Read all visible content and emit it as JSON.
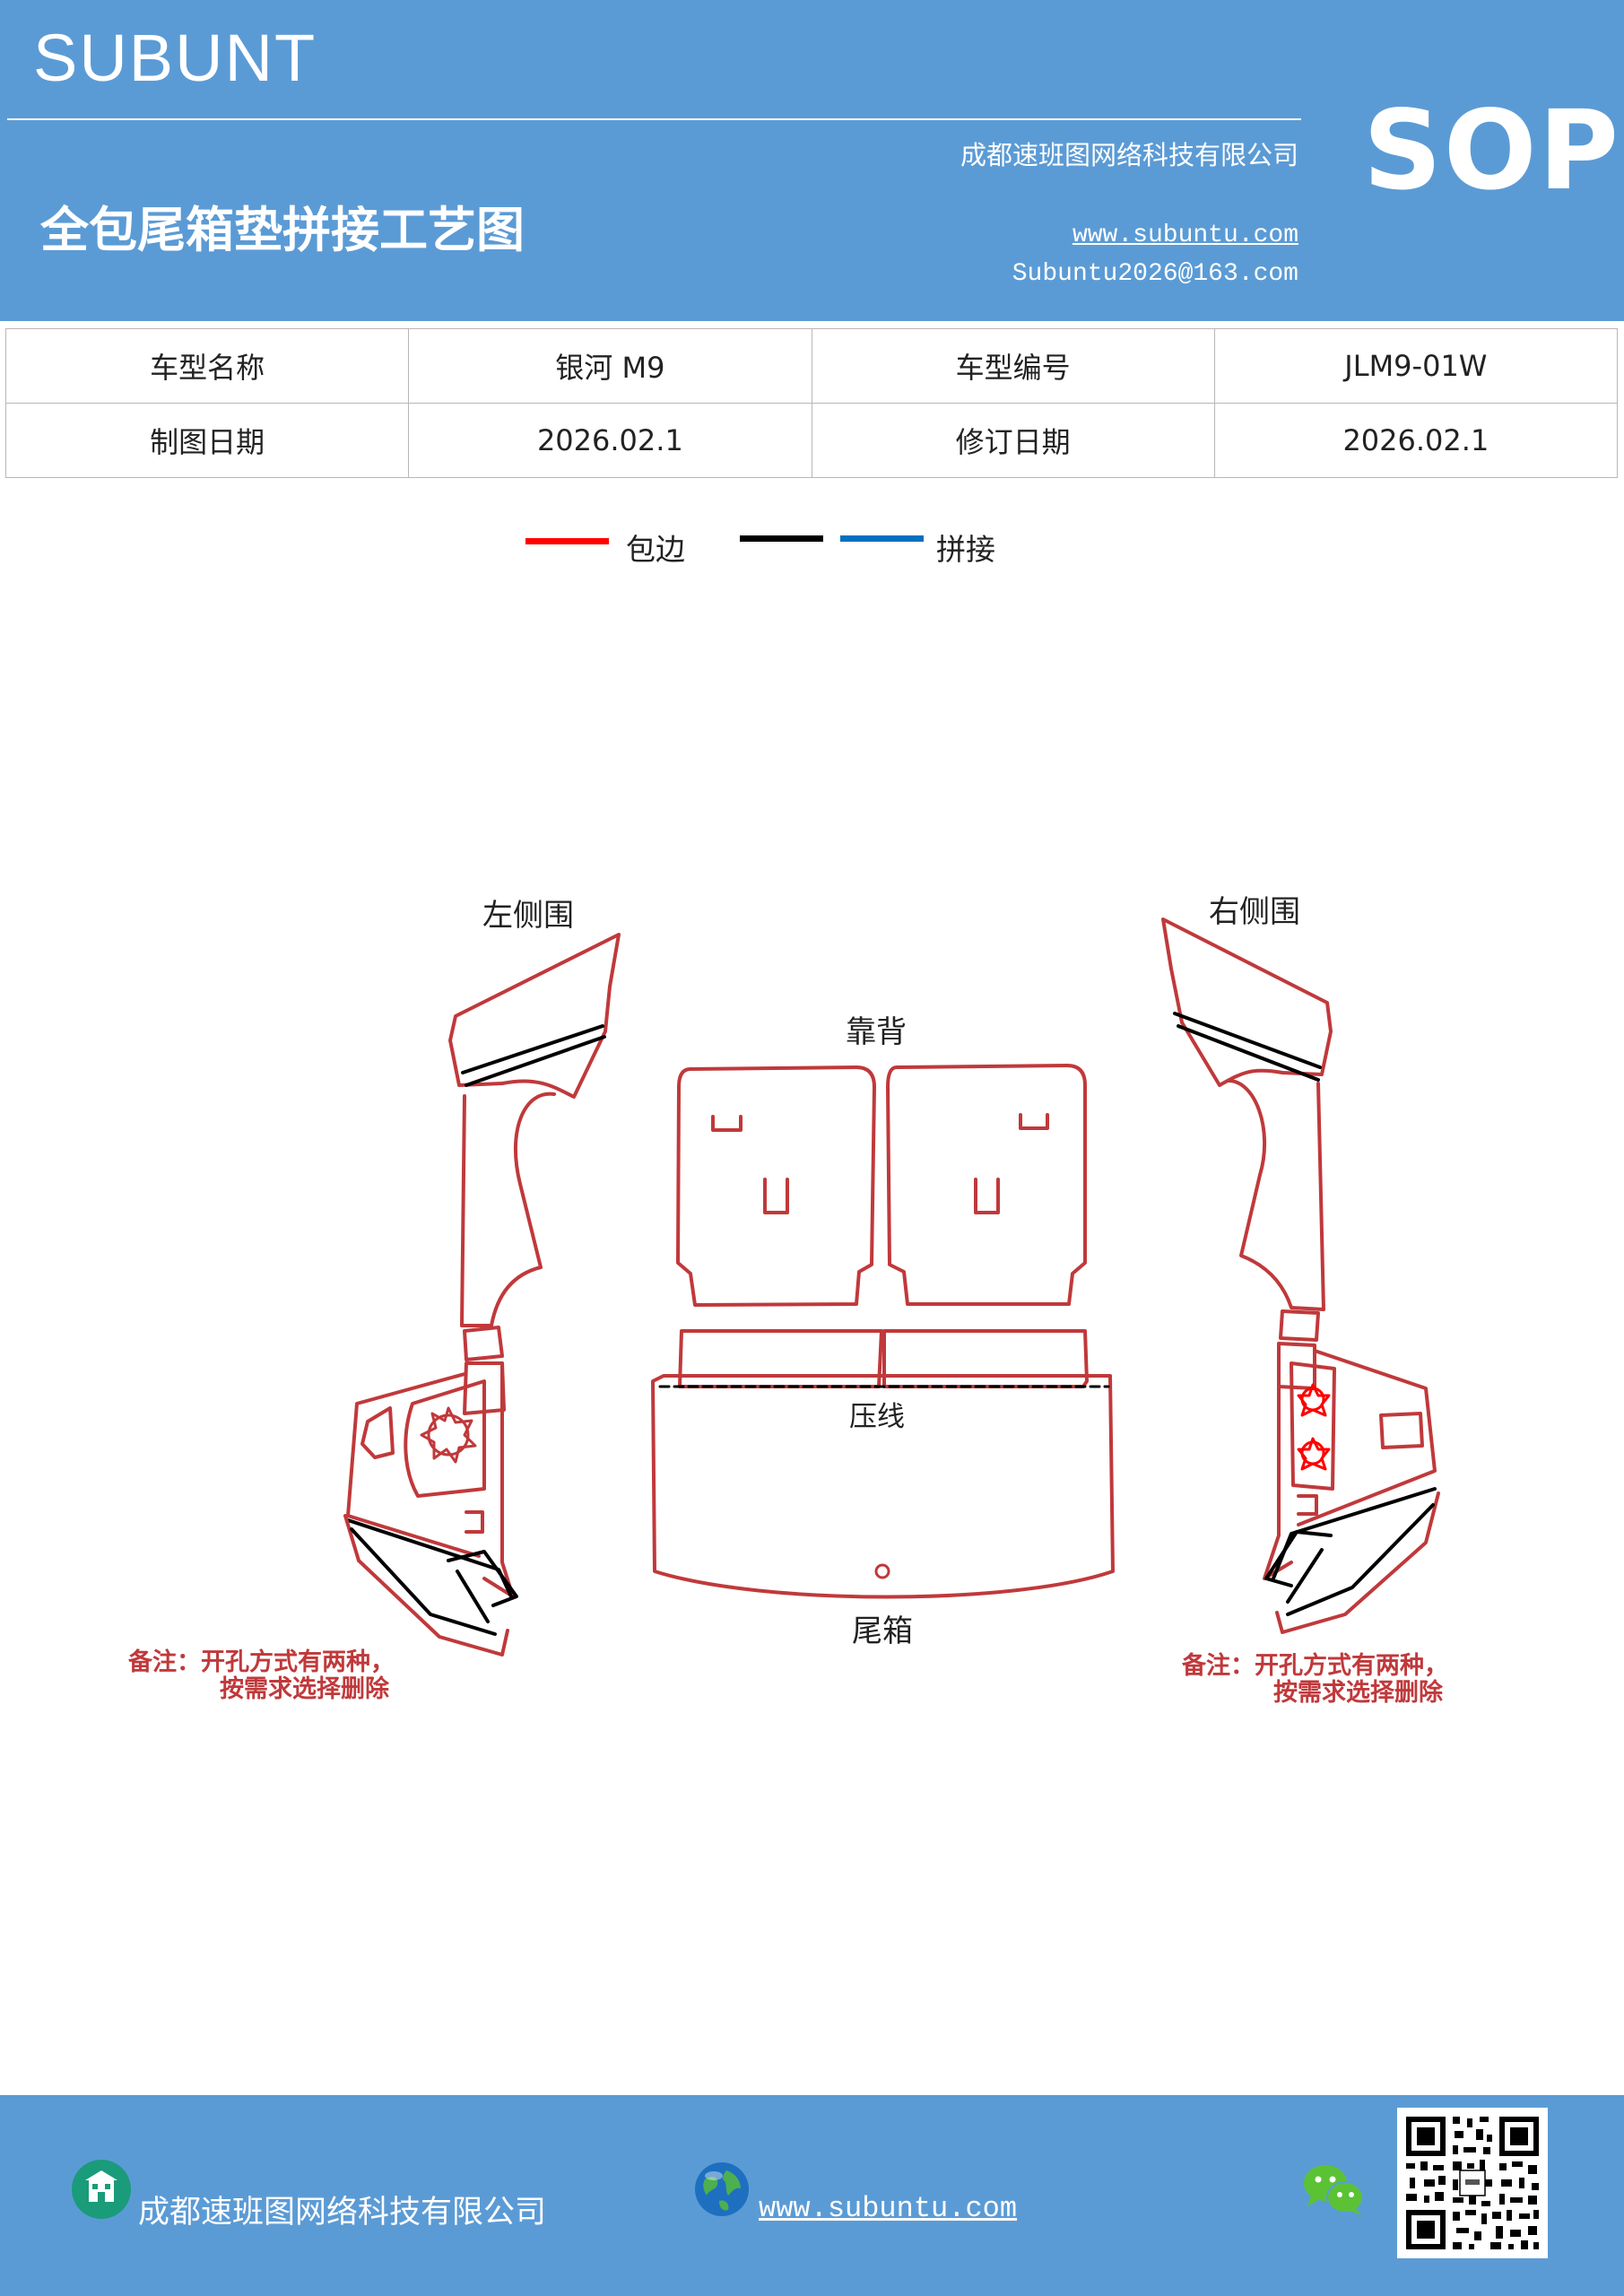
{
  "header": {
    "brand": "SUBUNT",
    "company": "成都速班图网络科技有限公司",
    "title": "全包尾箱垫拼接工艺图",
    "website": "www.subuntu.com",
    "email": "Subuntu2026@163.com",
    "badge": "SOP",
    "color": "#5b9bd5"
  },
  "info_table": {
    "rows": [
      [
        "车型名称",
        "银河 M9",
        "车型编号",
        "JLM9-01W"
      ],
      [
        "制图日期",
        "2026.02.1",
        "修订日期",
        "2026.02.1"
      ]
    ]
  },
  "legend": {
    "items": [
      {
        "label": "包边",
        "color": "#ff0000"
      },
      {
        "label": "",
        "color": "#000000"
      },
      {
        "label": "拼接",
        "color": "#0070c0"
      }
    ]
  },
  "diagram": {
    "labels": {
      "left_side": "左侧围",
      "right_side": "右侧围",
      "backrest": "靠背",
      "crease": "压线",
      "trunk": "尾箱"
    },
    "notes": {
      "left_line1": "备注：开孔方式有两种，",
      "left_line2": "按需求选择删除",
      "right_line1": "备注：开孔方式有两种，",
      "right_line2": "按需求选择删除"
    },
    "colors": {
      "outline": "#c0393b",
      "seam": "#000000",
      "note": "#c0393b"
    }
  },
  "footer": {
    "company": "成都速班图网络科技有限公司",
    "website": "www.subuntu.com",
    "icons": [
      "building-icon",
      "globe-icon",
      "wechat-icon",
      "qr-code"
    ]
  }
}
